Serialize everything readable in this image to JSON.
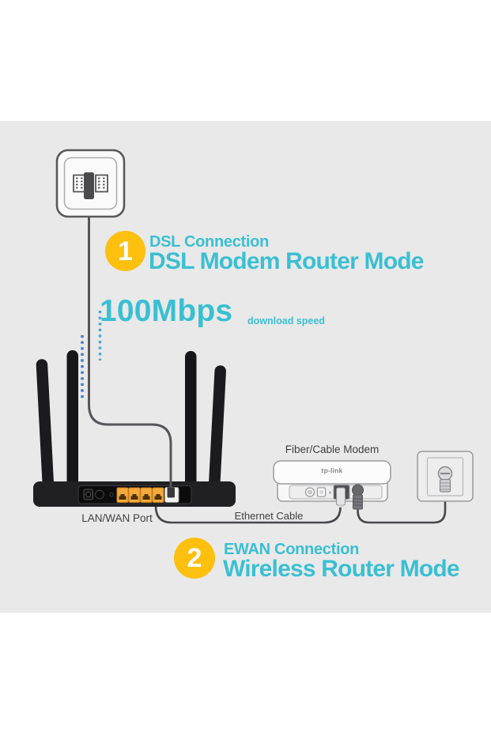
{
  "steps": [
    {
      "number": "1",
      "title": "DSL Connection",
      "mode": "DSL Modem Router Mode"
    },
    {
      "number": "2",
      "title": "EWAN Connection",
      "mode": "Wireless Router Mode"
    }
  ],
  "speed": {
    "value": "100Mbps",
    "caption": "download speed"
  },
  "labels": {
    "lan_wan_port": "LAN/WAN Port",
    "fiber_cable_modem": "Fiber/Cable Modem",
    "ethernet_cable": "Ethernet Cable"
  },
  "brand": {
    "modem_logo": "tp-link"
  },
  "colors": {
    "accent_teal": "#3abfd2",
    "badge_yellow": "#fdc00f",
    "panel_gray": "#e9e9e9",
    "signal_dot_blue": "#3d79c9",
    "signal_dot_teal": "#43a8d4",
    "router_black": "#1b1b1d",
    "lan_port_yellow": "#f4a93c"
  },
  "devices": {
    "wall_jack": "dsl-phone-wall-jack",
    "router": "wifi-router-4-antennas",
    "modem": "fiber-cable-modem",
    "outlet": "coax-wall-outlet"
  }
}
